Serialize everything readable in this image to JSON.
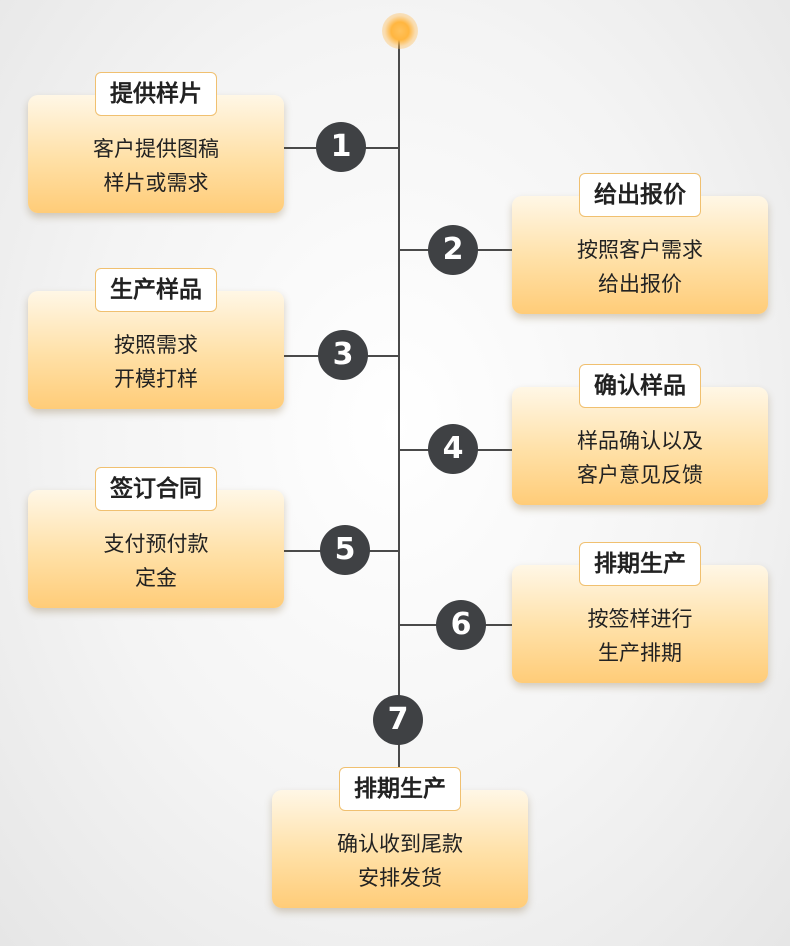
{
  "steps": [
    {
      "number": "1",
      "title": "提供样片",
      "lines": [
        "客户提供图稿",
        "样片或需求"
      ]
    },
    {
      "number": "2",
      "title": "给出报价",
      "lines": [
        "按照客户需求",
        "给出报价"
      ]
    },
    {
      "number": "3",
      "title": "生产样品",
      "lines": [
        "按照需求",
        "开模打样"
      ]
    },
    {
      "number": "4",
      "title": "确认样品",
      "lines": [
        "样品确认以及",
        "客户意见反馈"
      ]
    },
    {
      "number": "5",
      "title": "签订合同",
      "lines": [
        "支付预付款",
        "定金"
      ]
    },
    {
      "number": "6",
      "title": "排期生产",
      "lines": [
        "按签样进行",
        "生产排期"
      ]
    },
    {
      "number": "7",
      "title": "排期生产",
      "lines": [
        "确认收到尾款",
        "安排发货"
      ]
    }
  ],
  "colors": {
    "accent": "#ffb640",
    "card_top": "#fff7e6",
    "card_bottom": "#ffcc78",
    "node": "#3f4144"
  }
}
